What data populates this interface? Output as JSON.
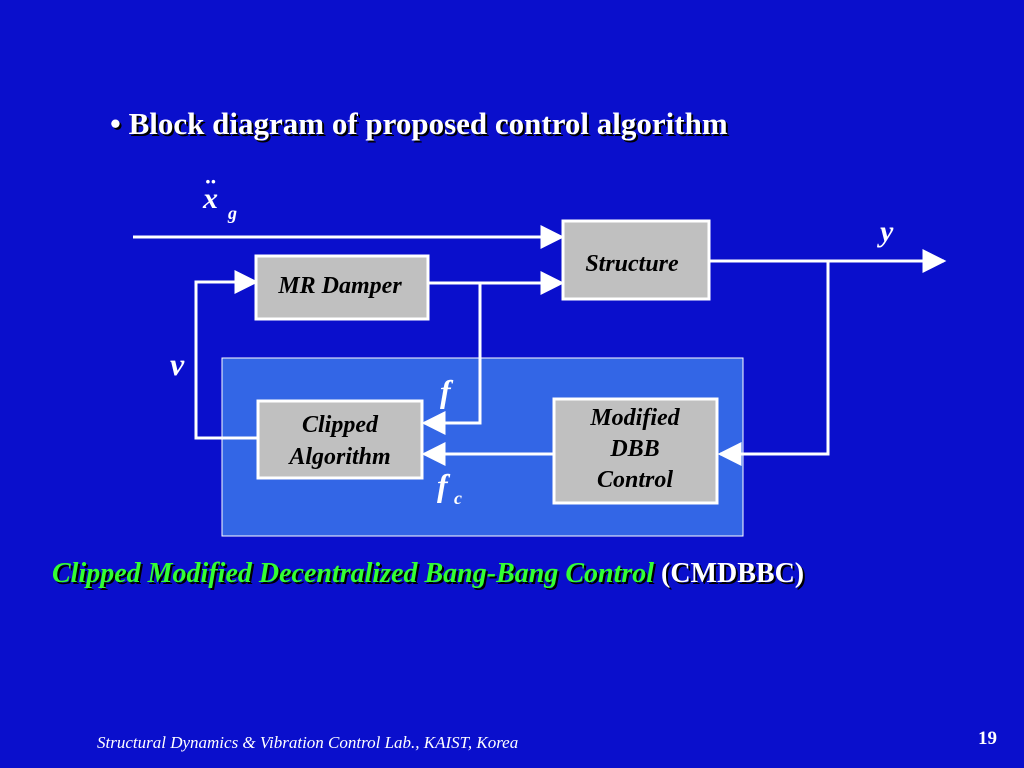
{
  "slide": {
    "bullet": "• Block diagram of proposed control algorithm",
    "caption_green": "Clipped Modified Decentralized Bang-Bang Control",
    "caption_white": "(CMDBBC)",
    "footer": "Structural Dynamics & Vibration Control Lab., KAIST, Korea",
    "page_number": "19"
  },
  "diagram": {
    "blocks": {
      "structure": "Structure",
      "mr_damper": "MR Damper",
      "clipped_line1": "Clipped",
      "clipped_line2": "Algorithm",
      "dbb_line1": "Modified",
      "dbb_line2": "DBB",
      "dbb_line3": "Control"
    },
    "signals": {
      "input_main": "x",
      "input_dots": "··",
      "input_sub": "g",
      "output": "y",
      "voltage": "v",
      "force": "f",
      "control_force_main": "f",
      "control_force_sub": "c"
    }
  },
  "colors": {
    "background": "#0a0fcc",
    "controller_region": "#3366e6",
    "block_fill": "#c0c0c0",
    "caption_green": "#33ff33"
  }
}
